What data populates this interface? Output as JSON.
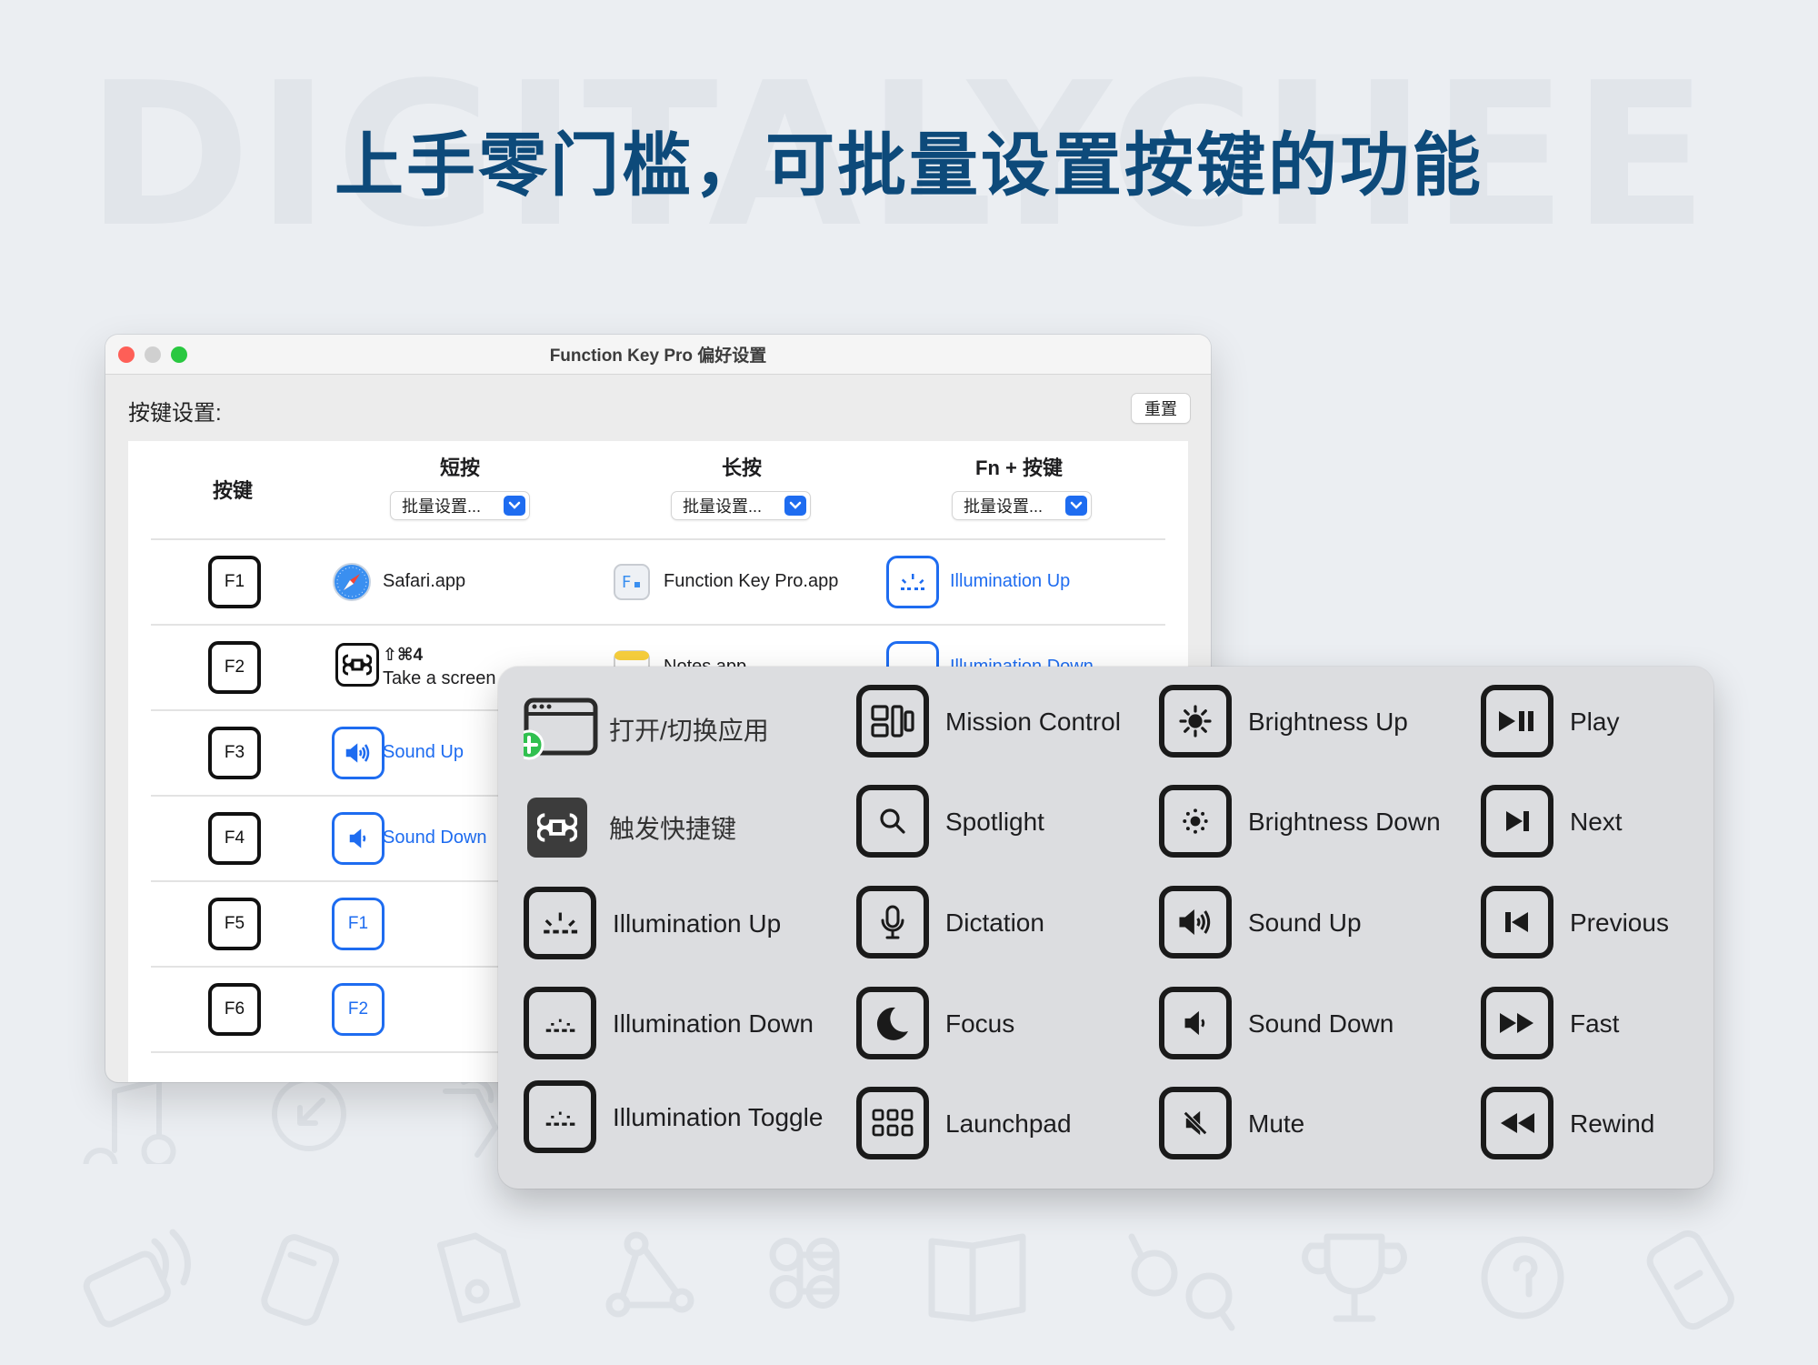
{
  "watermark": "DIGITALYCHEE",
  "headline": "上手零门槛，可批量设置按键的功能",
  "window": {
    "title": "Function Key Pro 偏好设置",
    "settings_label": "按键设置:",
    "reset_label": "重置",
    "columns": {
      "key": "按键",
      "short_press": "短按",
      "long_press": "长按",
      "fn_key": "Fn + 按键"
    },
    "batch_label": "批量设置...",
    "rows": [
      {
        "key": "F1",
        "short": "Safari.app",
        "long": "Function Key Pro.app",
        "fn": "Illumination Up"
      },
      {
        "key": "F2",
        "short_shortcut": "⇧⌘4",
        "short": "Take a screen",
        "long": "Notes.app",
        "fn": "Illumination Down"
      },
      {
        "key": "F3",
        "short": "Sound Up"
      },
      {
        "key": "F4",
        "short": "Sound Down"
      },
      {
        "key": "F5",
        "short_key": "F1"
      },
      {
        "key": "F6",
        "short_key": "F2"
      }
    ]
  },
  "popup": {
    "col1": [
      "打开/切换应用",
      "触发快捷键",
      "Illumination Up",
      "Illumination Down",
      "Illumination Toggle"
    ],
    "col2": [
      "Mission Control",
      "Spotlight",
      "Dictation",
      "Focus",
      "Launchpad"
    ],
    "col3": [
      "Brightness Up",
      "Brightness Down",
      "Sound Up",
      "Sound Down",
      "Mute"
    ],
    "col4": [
      "Play",
      "Next",
      "Previous",
      "Fast",
      "Rewind"
    ]
  },
  "icons": {
    "col1": [
      "app-switch-icon",
      "command-icon",
      "illumination-up-icon",
      "illumination-down-icon",
      "illumination-toggle-icon"
    ],
    "col2": [
      "mission-control-icon",
      "spotlight-icon",
      "dictation-icon",
      "focus-icon",
      "launchpad-icon"
    ],
    "col3": [
      "brightness-up-icon",
      "brightness-down-icon",
      "sound-up-icon",
      "sound-down-icon",
      "mute-icon"
    ],
    "col4": [
      "play-pause-icon",
      "next-icon",
      "previous-icon",
      "fast-forward-icon",
      "rewind-icon"
    ]
  },
  "colors": {
    "headline": "#0d4a7a",
    "accent_blue": "#1e6cf0",
    "background": "#ebeef2",
    "popup": "#dcdde0"
  }
}
